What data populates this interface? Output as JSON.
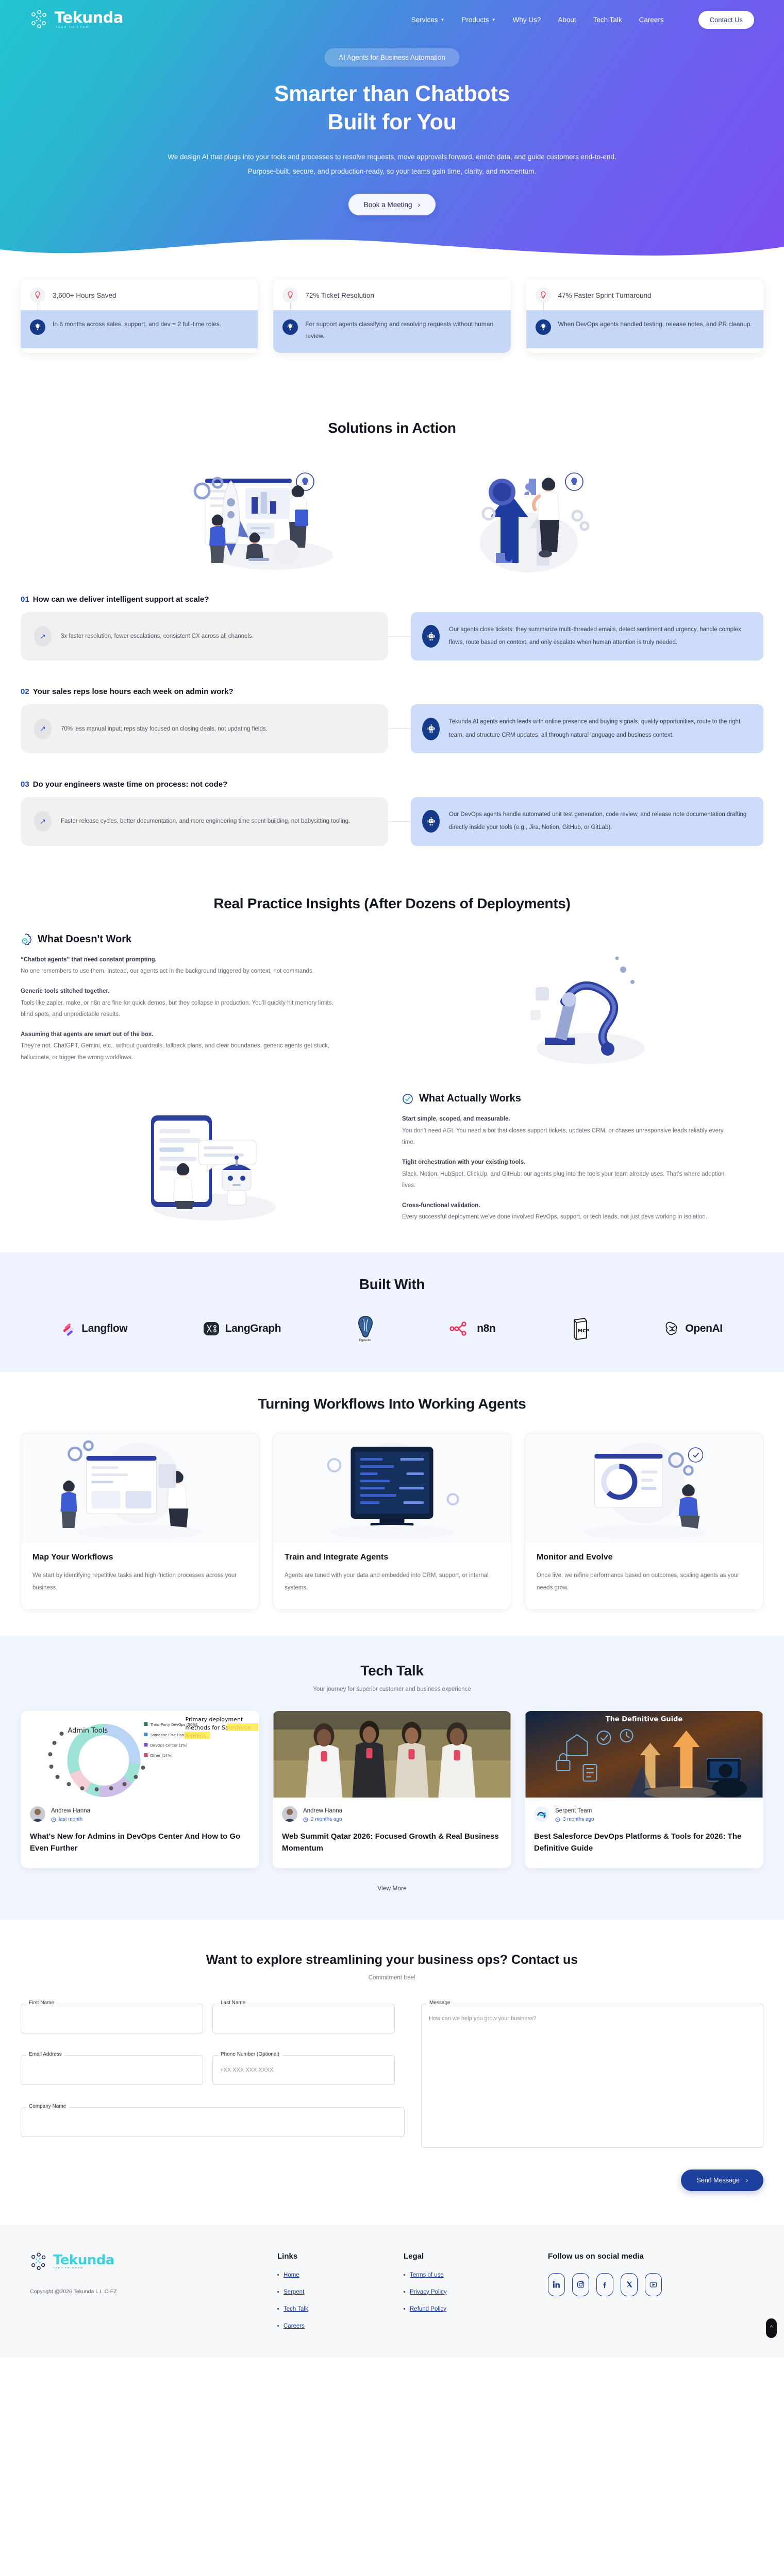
{
  "brand": {
    "name": "Tekunda",
    "tagline": "TECH TO GROW",
    "footer_copyright": "Copyright @2026 Tekunda L.L.C-FZ"
  },
  "nav": {
    "items": [
      {
        "label": "Services",
        "has_dropdown": true
      },
      {
        "label": "Products",
        "has_dropdown": true
      },
      {
        "label": "Why Us?",
        "has_dropdown": false
      },
      {
        "label": "About",
        "has_dropdown": false
      },
      {
        "label": "Tech Talk",
        "has_dropdown": false
      },
      {
        "label": "Careers",
        "has_dropdown": false
      }
    ],
    "cta": "Contact Us"
  },
  "hero": {
    "badge": "AI Agents for Business Automation",
    "title_line1": "Smarter than Chatbots",
    "title_line2": "Built for You",
    "sub_line1": "We design AI that plugs into your tools and processes to resolve requests, move approvals forward, enrich data, and guide customers end-to-end.",
    "sub_line2": "Purpose-built, secure, and production-ready, so your teams gain time, clarity, and momentum.",
    "cta": "Book a Meeting"
  },
  "stats": [
    {
      "title": "3,600+ Hours Saved",
      "desc": "In 6 months across sales, support, and dev = 2 full-time roles."
    },
    {
      "title": "72% Ticket Resolution",
      "desc": "For support agents classifying and resolving requests without human review."
    },
    {
      "title": "47% Faster Sprint Turnaround",
      "desc": "When DevOps agents handled testing, release notes, and PR cleanup."
    }
  ],
  "solutions": {
    "heading": "Solutions in Action",
    "items": [
      {
        "num": "01",
        "question": "How can we deliver intelligent support at scale?",
        "outcome": "3x faster resolution, fewer escalations, consistent CX across all channels.",
        "detail": "Our agents close tickets: they summarize multi-threaded emails, detect sentiment and urgency, handle complex flows, route based on context, and only escalate when human attention is truly needed."
      },
      {
        "num": "02",
        "question": "Your sales reps lose hours each week on admin work?",
        "outcome": "70% less manual input; reps stay focused on closing deals, not updating fields.",
        "detail": "Tekunda AI agents enrich leads with online presence and buying signals, qualify opportunities, route to the right team, and structure CRM updates, all through natural language and business context."
      },
      {
        "num": "03",
        "question": "Do your engineers waste time on process: not code?",
        "outcome": "Faster release cycles, better documentation, and more engineering time spent building, not babysitting tooling.",
        "detail": "Our DevOps agents handle automated unit test generation, code review, and release note documentation drafting directly inside your tools (e.g., Jira, Notion, GitHub, or GitLab)."
      }
    ]
  },
  "insights": {
    "heading": "Real Practice Insights (After Dozens of Deployments)",
    "doesnt_work": {
      "title": "What Doesn't Work",
      "items": [
        {
          "t": "“Chatbot agents” that need constant prompting.",
          "d": "No one remembers to use them. Instead, our agents act in the background triggered by context, not commands."
        },
        {
          "t": "Generic tools stitched together.",
          "d": "Tools like zapier, make, or n8n are fine for quick demos, but they collapse in production. You’ll quickly hit memory limits, blind spots, and unpredictable results."
        },
        {
          "t": "Assuming that agents are smart out of the box.",
          "d": "They’re not. ChatGPT, Gemini, etc.. without guardrails, fallback plans, and clear boundaries, generic agents get stuck, hallucinate, or trigger the wrong workflows."
        }
      ]
    },
    "actually_works": {
      "title": "What Actually Works",
      "items": [
        {
          "t": "Start simple, scoped, and measurable.",
          "d": "You don’t need AGI. You need a bot that closes support tickets, updates CRM, or chases unresponsive leads reliably every time."
        },
        {
          "t": "Tight orchestration with your existing tools.",
          "d": "Slack, Notion, HubSpot, ClickUp, and GitHub: our agents plug into the tools your team already uses. That’s where adoption lives."
        },
        {
          "t": "Cross-functional validation.",
          "d": "Every successful deployment we’ve done involved RevOps, support, or tech leads, not just devs working in isolation."
        }
      ]
    }
  },
  "built_with": {
    "heading": "Built With",
    "logos": [
      {
        "label": "Langflow",
        "caption": ""
      },
      {
        "label": "LangGraph",
        "caption": ""
      },
      {
        "label": "",
        "caption": "Pgvector"
      },
      {
        "label": "n8n",
        "caption": ""
      },
      {
        "label": "MCP",
        "caption": ""
      },
      {
        "label": "OpenAI",
        "caption": ""
      }
    ]
  },
  "workflows": {
    "heading": "Turning Workflows Into Working Agents",
    "cards": [
      {
        "title": "Map Your Workflows",
        "desc": "We start by identifying repetitive tasks and high-friction processes across your business."
      },
      {
        "title": "Train and Integrate Agents",
        "desc": "Agents are tuned with your data and embedded into CRM, support, or internal systems."
      },
      {
        "title": "Monitor and Evolve",
        "desc": "Once live, we refine performance based on outcomes, scaling agents as your needs grow."
      }
    ]
  },
  "tech_talk": {
    "heading": "Tech Talk",
    "sub": "Your journey for superior customer and business experience",
    "view_more": "View More",
    "posts": [
      {
        "author": "Andrew Hanna",
        "time": "last month",
        "title": "What's New for Admins in DevOps Center And How to Go Even Further",
        "thumb_kind": "chart"
      },
      {
        "author": "Andrew Hanna",
        "time": "2 months ago",
        "title": "Web Summit Qatar 2026: Focused Growth & Real Business Momentum",
        "thumb_kind": "photo"
      },
      {
        "author": "Serpent Team",
        "time": "3 months ago",
        "title": "Best Salesforce DevOps Platforms & Tools for 2026: The Definitive Guide",
        "thumb_kind": "graphic"
      }
    ]
  },
  "contact": {
    "heading": "Want to explore streamlining your business ops? Contact us",
    "sub": "Commitment free!",
    "fields": [
      {
        "label": "First Name",
        "value": "",
        "placeholder": ""
      },
      {
        "label": "Last Name",
        "value": "",
        "placeholder": ""
      },
      {
        "label": "Email Address",
        "value": "",
        "placeholder": ""
      },
      {
        "label": "Phone Number (Optional)",
        "value": "",
        "placeholder": "+XX XXX XXX XXXX"
      },
      {
        "label": "Company Name",
        "value": "",
        "placeholder": ""
      }
    ],
    "message": {
      "label": "Message",
      "placeholder": "How can we help you grow your business?"
    },
    "submit": "Send Message"
  },
  "footer": {
    "links_heading": "Links",
    "links": [
      "Home",
      "Serpent",
      "Tech Talk",
      "Careers"
    ],
    "legal_heading": "Legal",
    "legal": [
      "Terms of use",
      "Privacy Policy",
      "Refund Policy"
    ],
    "social_heading": "Follow us on social media",
    "socials": [
      "linkedin-icon",
      "instagram-icon",
      "facebook-icon",
      "x-icon",
      "youtube-icon"
    ]
  },
  "colors": {
    "hero_start": "#23c6d2",
    "hero_end": "#7c4ff0",
    "accent_blue": "#1d3f9e",
    "light_blue_panel": "#cddcfb",
    "pale_bg": "#eef3fe"
  }
}
